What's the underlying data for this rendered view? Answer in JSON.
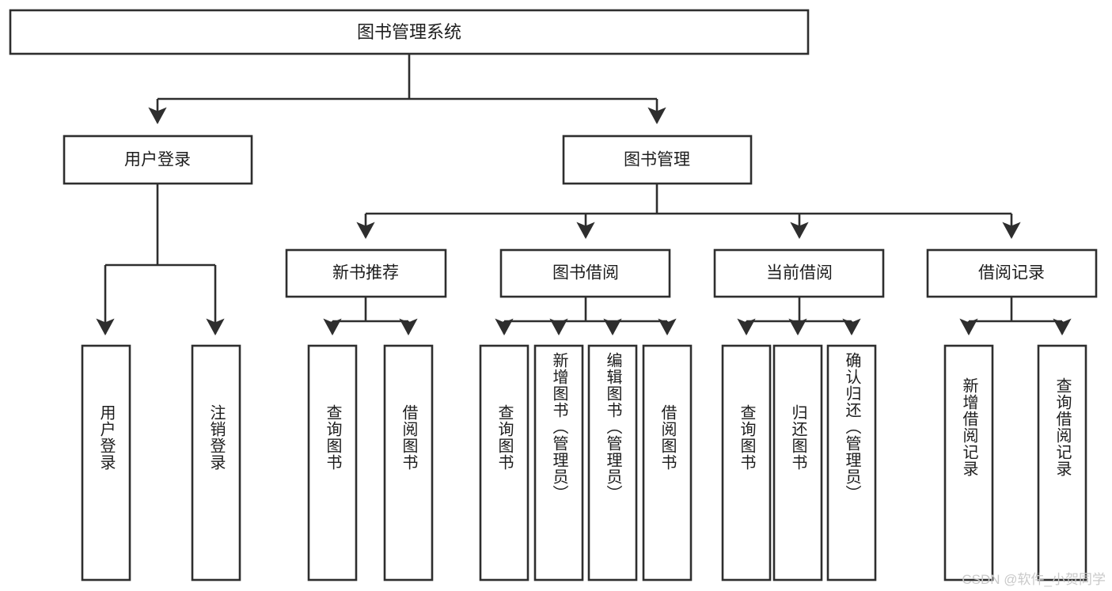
{
  "diagram": {
    "type": "tree",
    "title_node": {
      "id": "root",
      "label": "图书管理系统"
    },
    "level2": [
      {
        "id": "user-login",
        "label": "用户登录"
      },
      {
        "id": "book-manage",
        "label": "图书管理"
      }
    ],
    "level3": [
      {
        "id": "new-book-rec",
        "label": "新书推荐"
      },
      {
        "id": "book-borrow",
        "label": "图书借阅"
      },
      {
        "id": "current-borrow",
        "label": "当前借阅"
      },
      {
        "id": "borrow-record",
        "label": "借阅记录"
      }
    ],
    "leaves": {
      "user_login": [
        {
          "id": "leaf-user-login",
          "label": "用户登录"
        },
        {
          "id": "leaf-logout",
          "label": "注销登录"
        }
      ],
      "new_book_rec": [
        {
          "id": "leaf-query-book-1",
          "label": "查询图书"
        },
        {
          "id": "leaf-borrow-book-1",
          "label": "借阅图书"
        }
      ],
      "book_borrow": [
        {
          "id": "leaf-query-book-2",
          "label": "查询图书"
        },
        {
          "id": "leaf-add-book",
          "label": "新增图书（管理员）"
        },
        {
          "id": "leaf-edit-book",
          "label": "编辑图书（管理员）"
        },
        {
          "id": "leaf-borrow-book-2",
          "label": "借阅图书"
        }
      ],
      "current_borrow": [
        {
          "id": "leaf-query-book-3",
          "label": "查询图书"
        },
        {
          "id": "leaf-return-book",
          "label": "归还图书"
        },
        {
          "id": "leaf-confirm-return",
          "label": "确认归还（管理员）"
        }
      ],
      "borrow_record": [
        {
          "id": "leaf-add-record",
          "label": "新增借阅记录"
        },
        {
          "id": "leaf-query-record",
          "label": "查询借阅记录"
        }
      ]
    }
  },
  "watermark": {
    "text": "CSDN @软件_小贺同学"
  },
  "colors": {
    "stroke": "#2e2e2e",
    "fill": "#ffffff",
    "text": "#1d1d1d",
    "watermark": "#c9c9c9",
    "background": "#ffffff"
  }
}
